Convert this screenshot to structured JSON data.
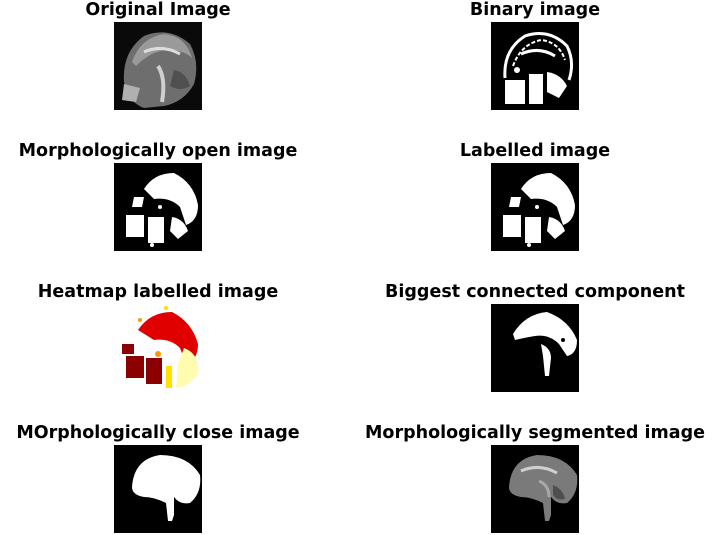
{
  "panels": [
    {
      "title": "Original Image"
    },
    {
      "title": "Binary image"
    },
    {
      "title": "Morphologically open image"
    },
    {
      "title": "Labelled image"
    },
    {
      "title": "Heatmap labelled image"
    },
    {
      "title": "Biggest connected component"
    },
    {
      "title": "MOrphologically close image"
    },
    {
      "title": "Morphologically segmented image"
    }
  ],
  "colors": {
    "heat_dark": "#8b0000",
    "heat_red": "#e00000",
    "heat_orange": "#ff9900",
    "heat_yellow": "#ffe000",
    "heat_pale": "#fffcb0"
  }
}
